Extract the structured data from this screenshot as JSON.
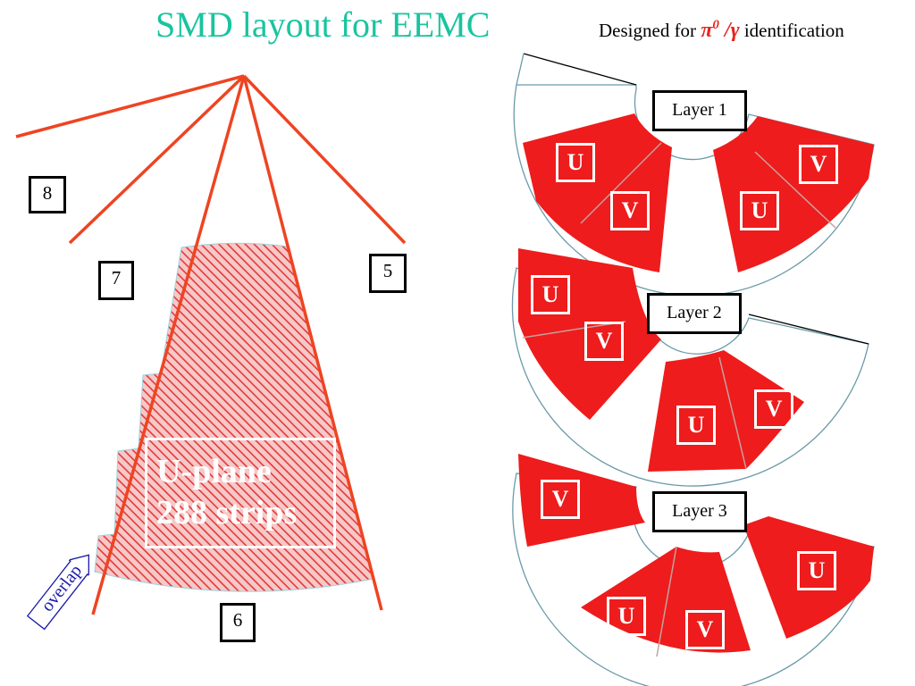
{
  "header": {
    "title": "SMD layout  for EEMC",
    "subtitle_prefix": "Designed for ",
    "subtitle_symbol_pi": "π",
    "subtitle_symbol_sup": "0",
    "subtitle_symbol_rest": " /γ",
    "subtitle_suffix": " identification"
  },
  "sector_labels": {
    "label_5": "5",
    "label_6": "6",
    "label_7": "7",
    "label_8": "8"
  },
  "plane": {
    "line1": "U-plane",
    "line2": "288 strips",
    "overlap_label": "overlap"
  },
  "layers": [
    {
      "label": "Layer 1",
      "planes": [
        "U",
        "V",
        "U",
        "V"
      ]
    },
    {
      "label": "Layer 2",
      "planes": [
        "U",
        "V",
        "U",
        "V"
      ]
    },
    {
      "label": "Layer 3",
      "planes": [
        "V",
        "U",
        "V",
        "U"
      ]
    }
  ],
  "colors": {
    "title": "#19c4a0",
    "sector_red": "#ee1c1c",
    "line_red": "#ee4422",
    "overlap_blue": "#1a1aa8"
  }
}
